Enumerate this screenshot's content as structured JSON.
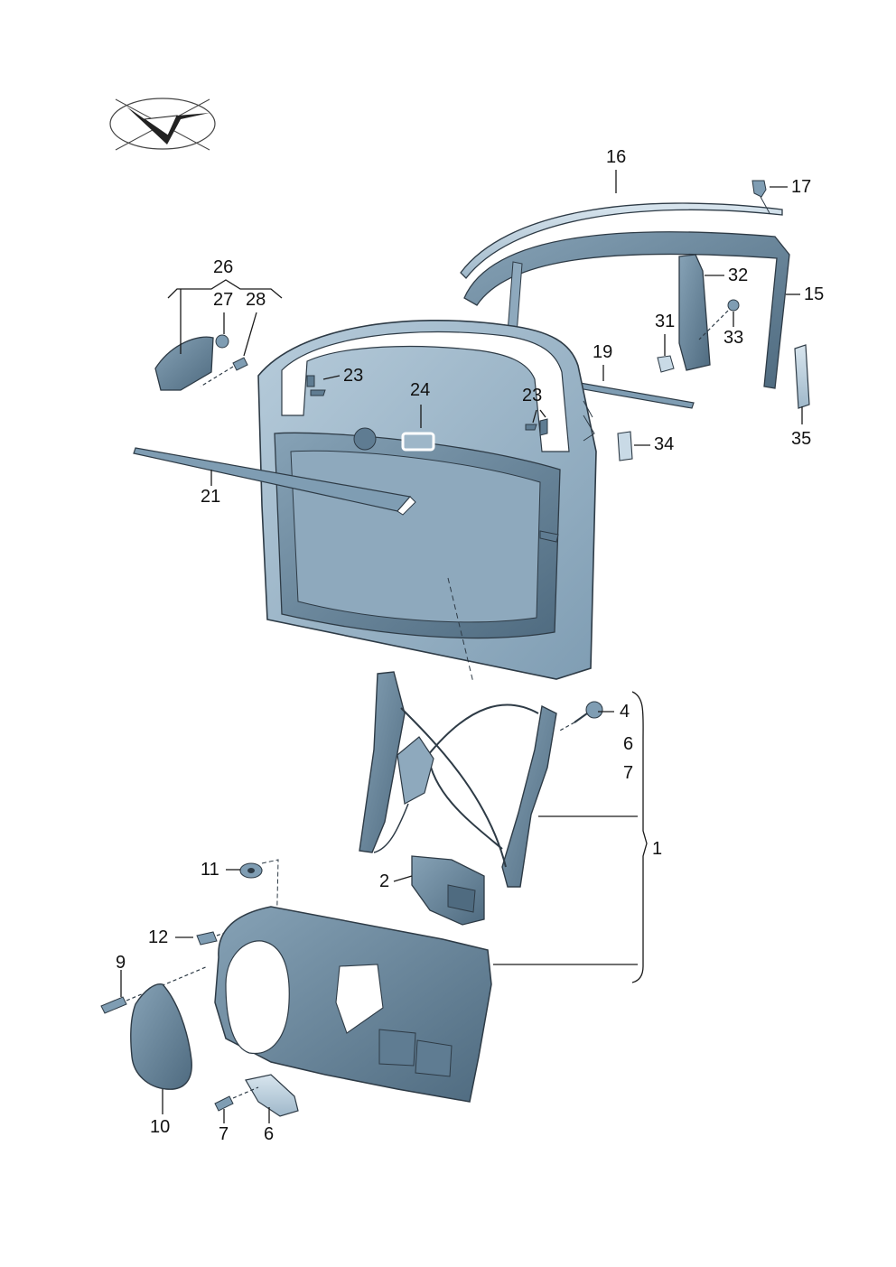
{
  "colors": {
    "part_fill": "#9db6c8",
    "part_fill_dark": "#5f7c92",
    "part_fill_light": "#c9dae6",
    "outline": "#2e3b46",
    "leader_line": "#1a1a1a",
    "highlight": "#ffffff"
  },
  "icons": [
    "view-direction-icon"
  ],
  "callouts": {
    "c1": "1",
    "c2": "2",
    "c4": "4",
    "c6a": "6",
    "c6b": "6",
    "c7a": "7",
    "c7b": "7",
    "c9": "9",
    "c10": "10",
    "c11": "11",
    "c12": "12",
    "c15": "15",
    "c16": "16",
    "c17": "17",
    "c19": "19",
    "c21": "21",
    "c23a": "23",
    "c23b": "23",
    "c24": "24",
    "c26": "26",
    "c27": "27",
    "c28": "28",
    "c31": "31",
    "c32": "32",
    "c33": "33",
    "c34": "34",
    "c35": "35"
  }
}
